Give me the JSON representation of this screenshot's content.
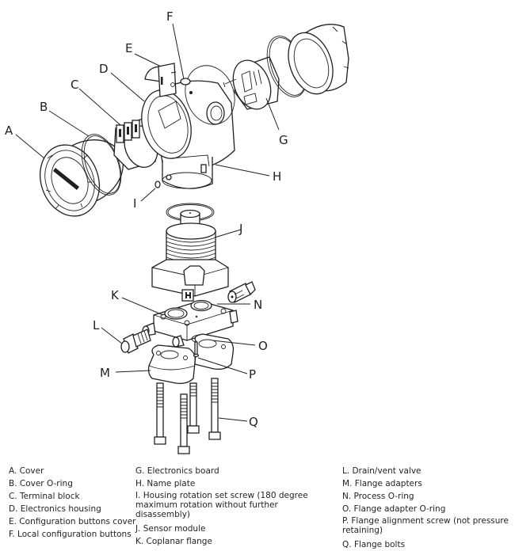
{
  "figure": {
    "type": "exploded-view",
    "callouts": [
      "A",
      "B",
      "C",
      "D",
      "E",
      "F",
      "G",
      "H",
      "I",
      "J",
      "K",
      "L",
      "M",
      "N",
      "O",
      "P",
      "Q"
    ]
  },
  "legend": {
    "col1": [
      {
        "key": "A",
        "text": "A. Cover"
      },
      {
        "key": "B",
        "text": "B. Cover O-ring"
      },
      {
        "key": "C",
        "text": "C. Terminal block"
      },
      {
        "key": "D",
        "text": "D. Electronics housing"
      },
      {
        "key": "E",
        "text": "E. Configuration buttons cover"
      },
      {
        "key": "F",
        "text": "F. Local configuration buttons"
      }
    ],
    "col2": [
      {
        "key": "G",
        "text": "G. Electronics board"
      },
      {
        "key": "H",
        "text": "H. Name plate"
      },
      {
        "key": "I",
        "text": "I. Housing rotation set screw (180 degree maximum rotation without further disassembly)"
      },
      {
        "key": "J",
        "text": "J. Sensor module"
      },
      {
        "key": "K",
        "text": "K. Coplanar flange"
      }
    ],
    "col3": [
      {
        "key": "L",
        "text": "L. Drain/vent valve"
      },
      {
        "key": "M",
        "text": "M. Flange adapters"
      },
      {
        "key": "N",
        "text": "N. Process O-ring"
      },
      {
        "key": "O",
        "text": "O. Flange adapter O-ring"
      },
      {
        "key": "P",
        "text": "P. Flange alignment screw (not pressure retaining)"
      },
      {
        "key": "Q",
        "text": "Q. Flange bolts"
      }
    ]
  },
  "colors": {
    "ink": "#231f20",
    "background": "#ffffff"
  }
}
